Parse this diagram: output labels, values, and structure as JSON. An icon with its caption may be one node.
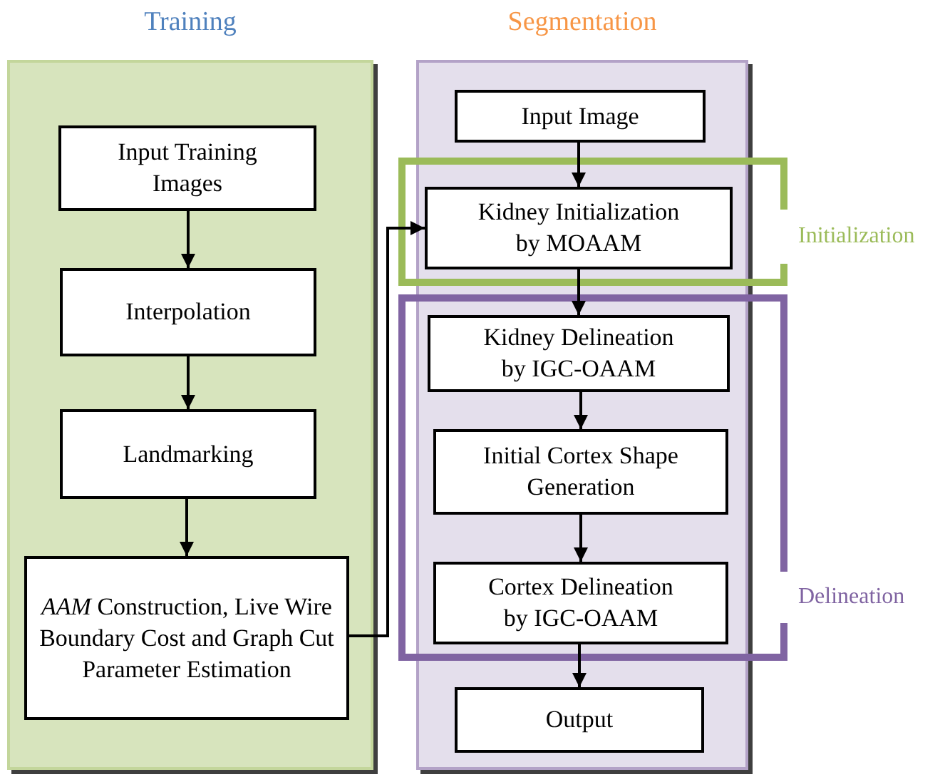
{
  "diagram": {
    "nodes": [
      {
        "text": [
          "Training"
        ]
      },
      {
        "text": [
          "Input Training Images"
        ],
        "in": 0
      },
      {
        "text": [
          "Interpolation"
        ],
        "in": 0
      },
      {
        "text": [
          "Landmarking"
        ],
        "in": 0
      },
      {
        "text": [
          "*AAM* Construction, Live Wire Boundary Cost and Graph Cut Parameter Estimation"
        ],
        "in": 0
      },
      {
        "text": [
          "Segmentation"
        ]
      },
      {
        "text": [
          "Input Image"
        ],
        "in": 5
      },
      {
        "text": [
          "Kidney Initialization by MOAAM"
        ],
        "in": 5
      },
      {
        "text": [
          "Kidney Delineation by IGC-OAAM"
        ],
        "in": 5
      },
      {
        "text": [
          "Initial Cortex Shape Generation"
        ],
        "in": 5
      },
      {
        "text": [
          "Cortex Delineation by IGC-OAAM"
        ],
        "in": 5
      },
      {
        "text": [
          "Output"
        ],
        "in": 5
      }
    ],
    "edges": [
      {
        "from": 1,
        "to": 2,
        "arrow": "to"
      },
      {
        "from": 2,
        "to": 3,
        "arrow": "to"
      },
      {
        "from": 3,
        "to": 4,
        "arrow": "to"
      },
      {
        "from": 4,
        "to": 7,
        "arrow": "to"
      },
      {
        "from": 6,
        "to": 7,
        "arrow": "to"
      },
      {
        "from": 7,
        "to": 8,
        "arrow": "to"
      },
      {
        "from": 8,
        "to": 9,
        "arrow": "to"
      },
      {
        "from": 9,
        "to": 10,
        "arrow": "to"
      },
      {
        "from": 10,
        "to": 11,
        "arrow": "to"
      }
    ],
    "labels": [
      "Initialization",
      "Delineation"
    ]
  }
}
